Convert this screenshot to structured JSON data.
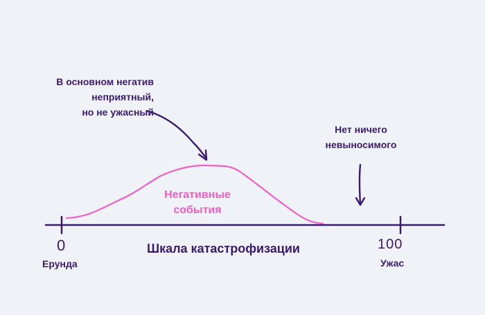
{
  "annotations": {
    "top_left": {
      "line1": "В основном негатив",
      "line2": "неприятный,",
      "line3": "но не ужасный"
    },
    "top_right": {
      "line1": "Нет ничего",
      "line2": "невыносимого"
    }
  },
  "curve_label": {
    "line1": "Негативные",
    "line2": "события"
  },
  "scale": {
    "title": "Шкала катастрофизации",
    "min_value": "0",
    "max_value": "100",
    "min_label": "Ерунда",
    "max_label": "Ужас"
  },
  "colors": {
    "dark": "#3b1a6e",
    "accent": "#ee5fc5",
    "background": "#eff3f7"
  }
}
